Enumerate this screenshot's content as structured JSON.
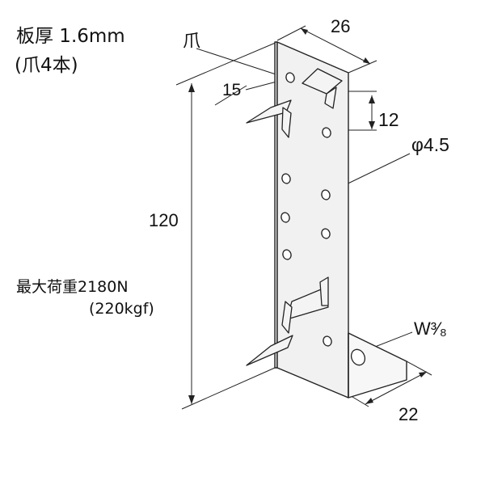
{
  "specs": {
    "thickness": "板厚 1.6mm",
    "claws": "(爪4本)"
  },
  "labels": {
    "claw": "爪",
    "width": "26",
    "claw_length": "15",
    "claw_height": "12",
    "hole_diameter": "φ4.5",
    "height": "120",
    "bolt": "W³⁄₈",
    "base_length": "22"
  },
  "load": {
    "newton": "最大荷重2180N",
    "kgf": "(220kgf)"
  }
}
